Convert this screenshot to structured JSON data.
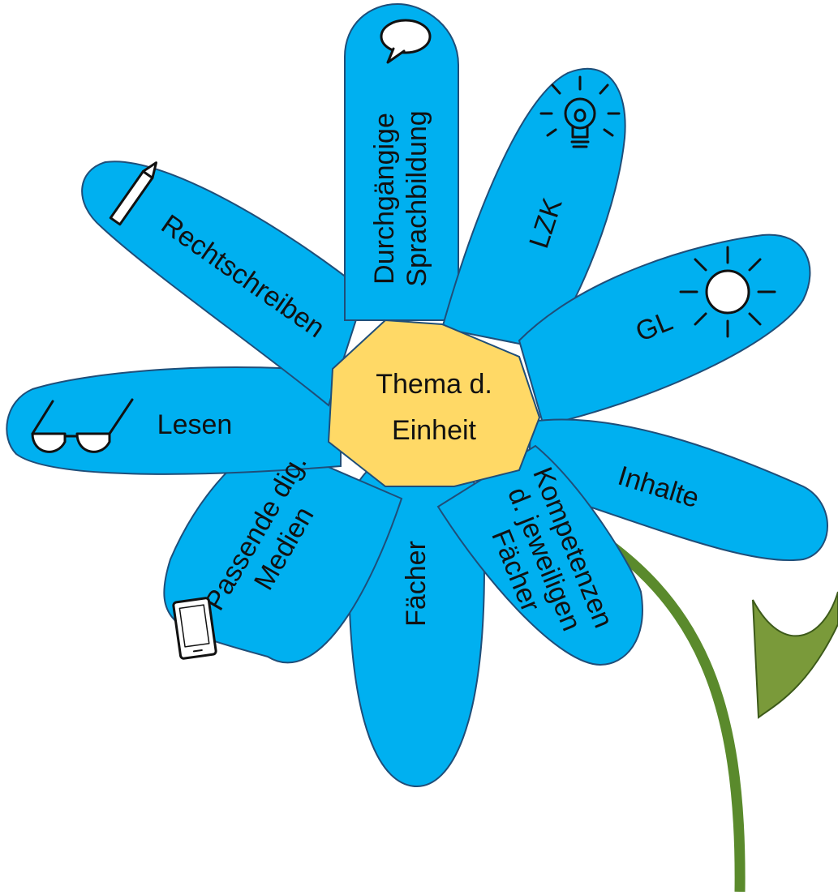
{
  "colors": {
    "petal": "#00b0f0",
    "center": "#ffd966",
    "stem": "#5a8a2c",
    "leaf": "#7a9a3a"
  },
  "center": {
    "line1": "Thema d.",
    "line2": "Einheit"
  },
  "petals": {
    "sprachbildung": {
      "line1": "Durchgängige",
      "line2": "Sprachbildung",
      "icon": "speech-bubble-icon"
    },
    "lzk": {
      "label": "LZK",
      "icon": "lightbulb-icon"
    },
    "gl": {
      "label": "GL",
      "icon": "sun-icon"
    },
    "inhalte": {
      "label": "Inhalte"
    },
    "kompetenzen": {
      "line1": "Kompetenzen",
      "line2": "d. jeweiligen",
      "line3": "Fächer"
    },
    "faecher": {
      "label": "Fächer"
    },
    "medien": {
      "line1": "Passende dig.",
      "line2": "Medien",
      "icon": "tablet-icon"
    },
    "lesen": {
      "label": "Lesen",
      "icon": "glasses-icon"
    },
    "rechtschreiben": {
      "label": "Rechtschreiben",
      "icon": "pencil-icon"
    }
  }
}
